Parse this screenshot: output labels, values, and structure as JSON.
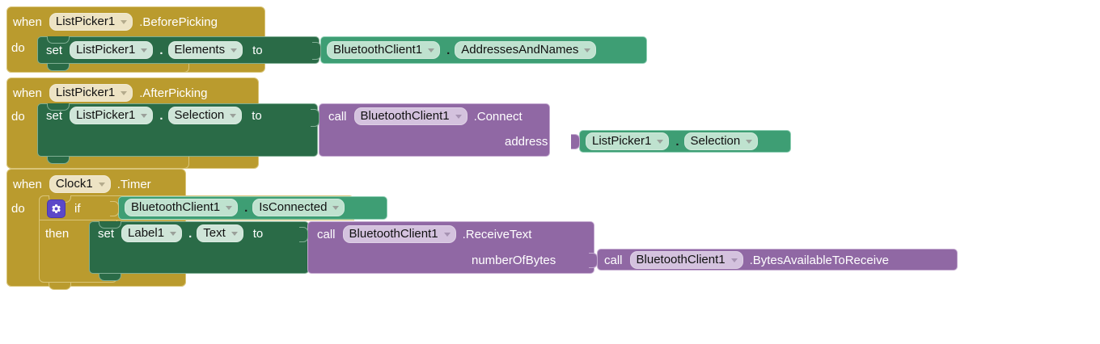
{
  "workspace": {
    "app": "MIT App Inventor Blocks Editor",
    "colors": {
      "event_block": "#ba9b2e",
      "setter_block": "#2a6b47",
      "getter_block": "#3e9e74",
      "call_block": "#9068a4",
      "mutator_icon": "#5b48c8",
      "canvas": "#ffffff"
    }
  },
  "blocks": [
    {
      "id": "block-1",
      "type": "event",
      "keyword_when": "when",
      "component": "ListPicker1",
      "event": ".BeforePicking",
      "keyword_do": "do",
      "body": {
        "type": "setter",
        "keyword_set": "set",
        "component": "ListPicker1",
        "separator": ".",
        "property": "Elements",
        "keyword_to": "to",
        "value": {
          "type": "getter",
          "component": "BluetoothClient1",
          "separator": ".",
          "property": "AddressesAndNames"
        }
      }
    },
    {
      "id": "block-2",
      "type": "event",
      "keyword_when": "when",
      "component": "ListPicker1",
      "event": ".AfterPicking",
      "keyword_do": "do",
      "body": {
        "type": "setter",
        "keyword_set": "set",
        "component": "ListPicker1",
        "separator": ".",
        "property": "Selection",
        "keyword_to": "to",
        "value": {
          "type": "call",
          "keyword_call": "call",
          "component": "BluetoothClient1",
          "method": ".Connect",
          "arg_label": "address",
          "arg_value": {
            "type": "getter",
            "component": "ListPicker1",
            "separator": ".",
            "property": "Selection"
          }
        }
      }
    },
    {
      "id": "block-3",
      "type": "event",
      "keyword_when": "when",
      "component": "Clock1",
      "event": ".Timer",
      "keyword_do": "do",
      "body": {
        "type": "if",
        "mutator_icon": "gear-icon",
        "keyword_if": "if",
        "keyword_then": "then",
        "condition": {
          "type": "getter",
          "component": "BluetoothClient1",
          "separator": ".",
          "property": "IsConnected"
        },
        "then_body": {
          "type": "setter",
          "keyword_set": "set",
          "component": "Label1",
          "separator": ".",
          "property": "Text",
          "keyword_to": "to",
          "value": {
            "type": "call",
            "keyword_call": "call",
            "component": "BluetoothClient1",
            "method": ".ReceiveText",
            "arg_label": "numberOfBytes",
            "arg_value": {
              "type": "call",
              "keyword_call": "call",
              "component": "BluetoothClient1",
              "method": ".BytesAvailableToReceive"
            }
          }
        }
      }
    }
  ]
}
